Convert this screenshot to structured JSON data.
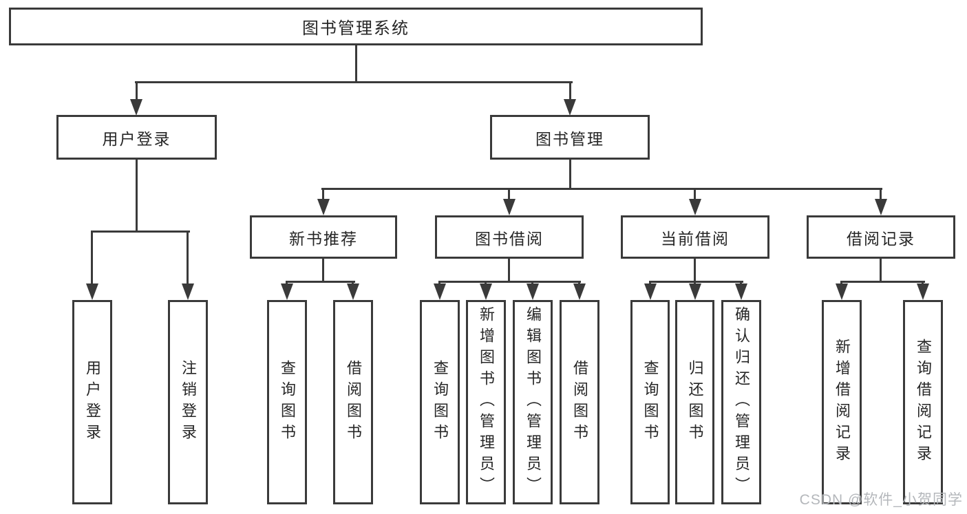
{
  "diagram": {
    "root": {
      "label": "图书管理系统"
    },
    "level2": [
      {
        "id": "user-login",
        "label": "用户登录"
      },
      {
        "id": "book-management",
        "label": "图书管理"
      }
    ],
    "level3": [
      {
        "id": "new-book-recommend",
        "label": "新书推荐",
        "parent": "图书管理"
      },
      {
        "id": "book-borrowing",
        "label": "图书借阅",
        "parent": "图书管理"
      },
      {
        "id": "current-borrowing",
        "label": "当前借阅",
        "parent": "图书管理"
      },
      {
        "id": "borrowing-records",
        "label": "借阅记录",
        "parent": "图书管理"
      }
    ],
    "leaves": [
      {
        "label": "用户登录",
        "parent": "用户登录"
      },
      {
        "label": "注销登录",
        "parent": "用户登录"
      },
      {
        "label": "查询图书",
        "parent": "新书推荐"
      },
      {
        "label": "借阅图书",
        "parent": "新书推荐"
      },
      {
        "label": "查询图书",
        "parent": "图书借阅"
      },
      {
        "label": "新增图书（管理员）",
        "parent": "图书借阅"
      },
      {
        "label": "编辑图书（管理员）",
        "parent": "图书借阅"
      },
      {
        "label": "借阅图书",
        "parent": "图书借阅"
      },
      {
        "label": "查询图书",
        "parent": "当前借阅"
      },
      {
        "label": "归还图书",
        "parent": "当前借阅"
      },
      {
        "label": "确认归还（管理员）",
        "parent": "当前借阅"
      },
      {
        "label": "新增借阅记录",
        "parent": "借阅记录"
      },
      {
        "label": "查询借阅记录",
        "parent": "借阅记录"
      }
    ]
  },
  "watermark": {
    "text": "CSDN @软件_小贺同学"
  },
  "colors": {
    "line": "#3a3a3a",
    "text": "#262626",
    "background": "#ffffff",
    "watermark": "#b4b7bb"
  }
}
